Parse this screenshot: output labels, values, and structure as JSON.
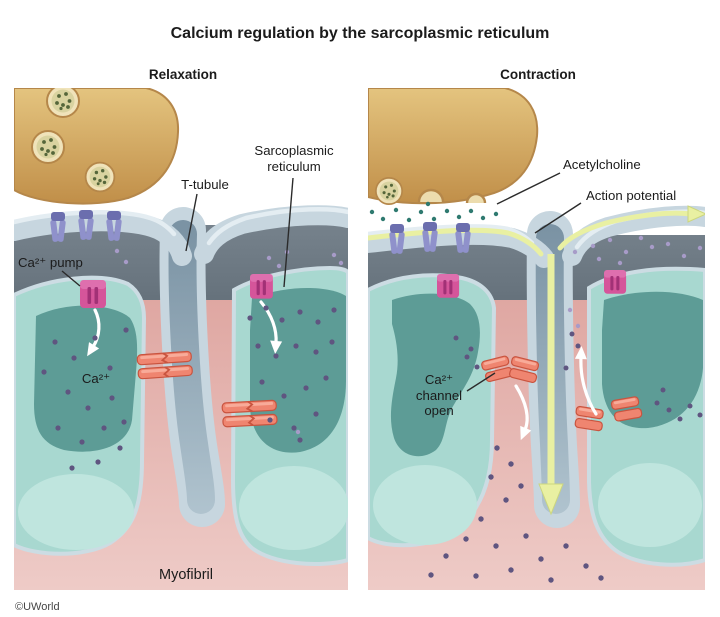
{
  "title": "Calcium regulation by the sarcoplasmic reticulum",
  "credit": "©UWorld",
  "panels": {
    "relaxation": {
      "heading": "Relaxation",
      "labels": {
        "t_tubule": "T-tubule",
        "sarcoplasmic_line1": "Sarcoplasmic",
        "sarcoplasmic_line2": "reticulum",
        "ca_pump": "Ca²⁺ pump",
        "ca_ion": "Ca²⁺",
        "myofibril": "Myofibril"
      }
    },
    "contraction": {
      "heading": "Contraction",
      "labels": {
        "acetylcholine": "Acetylcholine",
        "action_potential": "Action potential",
        "ca_channel_line1": "Ca²⁺",
        "ca_channel_line2": "channel",
        "ca_channel_line3": "open"
      }
    }
  },
  "colors": {
    "nerve_terminal": "#d9b169",
    "terminal_edge": "#b5874a",
    "vesicle_ring": "#f0e3ba",
    "vesicle_core": "#d9d3a0",
    "vesicle_dot": "#55663a",
    "membrane": "#c7d6df",
    "membrane_highlight": "#e4edf2",
    "cytosol": "#6a7681",
    "t_tubule_lumen": "#8ba2b2",
    "sr_body": "#a8d8d0",
    "sr_lumen": "#5d9c96",
    "sr_rim": "#ccdce3",
    "myofibril": "#e5b7b3",
    "ca_pump": "#d5559a",
    "ca_pump_dark": "#a23176",
    "ca_channel": "#ef8570",
    "ca_channel_dark": "#c9543f",
    "ach_receptor": "#8f91cb",
    "ach_receptor_dark": "#6b6eae",
    "ca_ion": "#5f5580",
    "ca_ion_light": "#a79bc8",
    "ach_dot": "#2f7a70",
    "action_potential": "#e9f0a2",
    "label_text": "#1b1b1b"
  }
}
